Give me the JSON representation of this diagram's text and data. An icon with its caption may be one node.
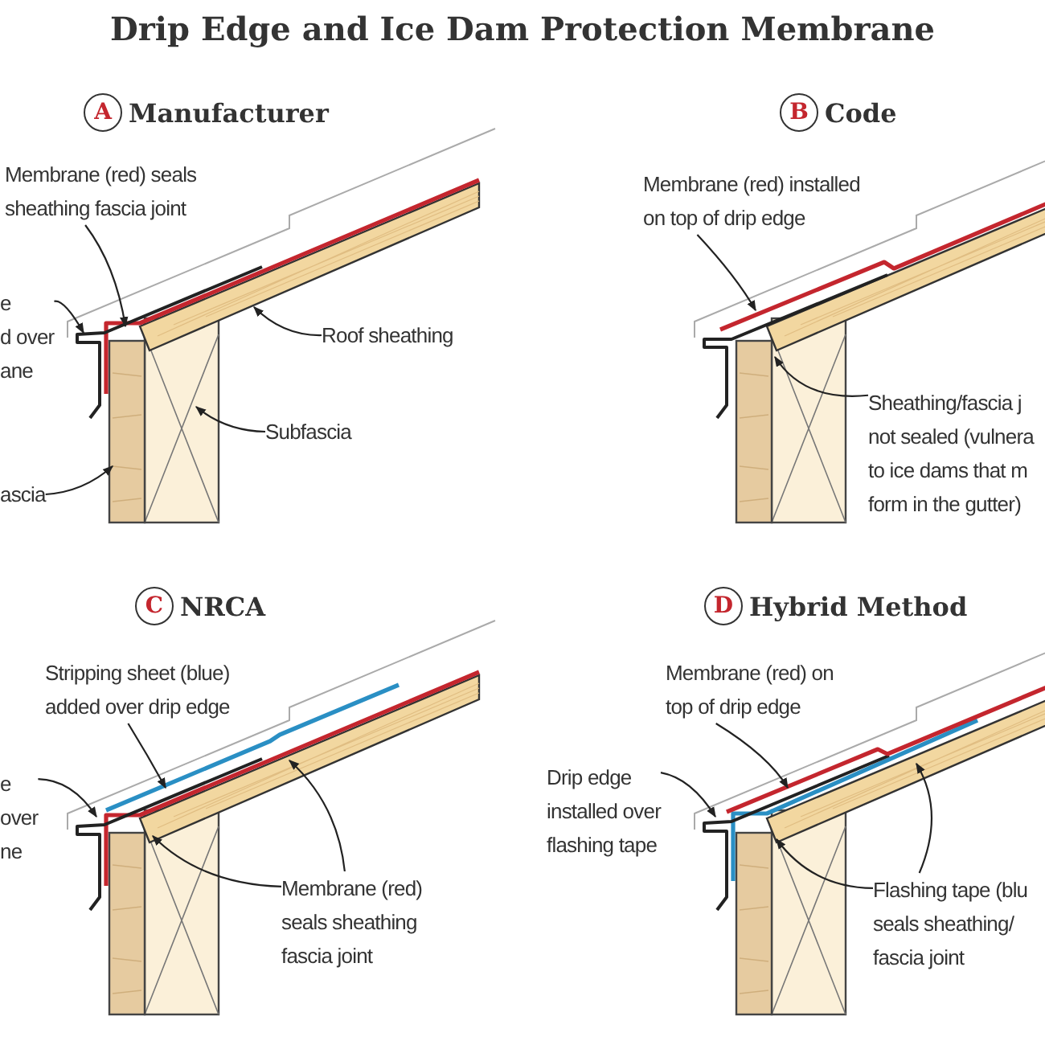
{
  "diagram": {
    "title": "Drip Edge and Ice Dam Protection Membrane",
    "nodes": [
      {
        "text": [
          "A"
        ],
        "beside": [
          "Manufacturer"
        ]
      },
      {
        "text": [
          "Membrane (red) seals sheathing fascia joint"
        ]
      },
      {
        "text": [
          "e d over ane"
        ]
      },
      {
        "text": [
          "Roof sheathing"
        ]
      },
      {
        "text": [
          "Subfascia"
        ]
      },
      {
        "text": [
          "ascia"
        ]
      },
      {
        "text": [
          "B"
        ],
        "beside": [
          "Code"
        ]
      },
      {
        "text": [
          "Membrane (red) installed on top of drip edge"
        ]
      },
      {
        "text": [
          "Sheathing/fascia j not sealed (vulnera to ice dams that m form in the gutter)"
        ]
      },
      {
        "text": [
          "C"
        ],
        "beside": [
          "NRCA"
        ]
      },
      {
        "text": [
          "Stripping sheet (blue) added over drip edge"
        ]
      },
      {
        "text": [
          "e over ne"
        ]
      },
      {
        "text": [
          "Membrane (red) seals sheathing fascia joint"
        ]
      },
      {
        "text": [
          "D"
        ],
        "beside": [
          "Hybrid Method"
        ]
      },
      {
        "text": [
          "Membrane (red) on top of drip edge"
        ]
      },
      {
        "text": [
          "Drip edge installed over flashing tape"
        ]
      },
      {
        "text": [
          "Flashing tape (blu seals sheathing/ fascia joint"
        ]
      }
    ],
    "edges": [
      {
        "from": 1,
        "to": null,
        "arrow": "to"
      },
      {
        "from": 2,
        "to": null,
        "arrow": "to"
      },
      {
        "from": 3,
        "to": null,
        "arrow": "to"
      },
      {
        "from": 4,
        "to": null,
        "arrow": "to"
      },
      {
        "from": 5,
        "to": null,
        "arrow": "to"
      },
      {
        "from": 7,
        "to": null,
        "arrow": "to"
      },
      {
        "from": 8,
        "to": null,
        "arrow": "to"
      },
      {
        "from": 10,
        "to": null,
        "arrow": "to"
      },
      {
        "from": 11,
        "to": null,
        "arrow": "to"
      },
      {
        "from": 12,
        "to": null,
        "arrow": "to"
      },
      {
        "from": 12,
        "to": null,
        "arrow": "to"
      },
      {
        "from": 14,
        "to": null,
        "arrow": "to"
      },
      {
        "from": 15,
        "to": null,
        "arrow": "to"
      },
      {
        "from": 16,
        "to": null,
        "arrow": "to"
      },
      {
        "from": 16,
        "to": null,
        "arrow": "to"
      }
    ]
  }
}
